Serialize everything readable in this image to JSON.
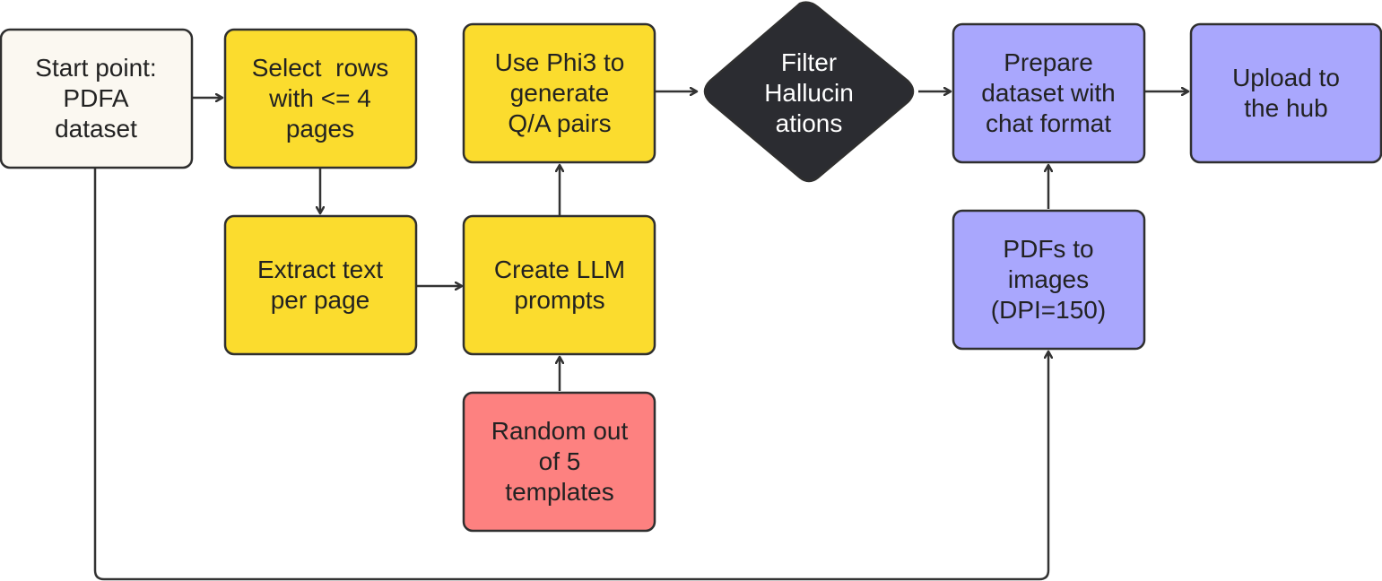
{
  "colors": {
    "start": "#fbf8f1",
    "yellow": "#fbdc2e",
    "red": "#fd8180",
    "purple": "#a9a7fd",
    "decision": "#2b2c31",
    "edge": "#333333"
  },
  "nodes": {
    "start": {
      "lines": [
        "Start point:",
        "PDFA",
        "dataset"
      ]
    },
    "select_rows": {
      "lines": [
        "Select  rows",
        "with <= 4",
        "pages"
      ]
    },
    "use_phi3": {
      "lines": [
        "Use Phi3 to",
        "generate",
        "Q/A pairs"
      ]
    },
    "filter": {
      "lines": [
        "Filter",
        "Hallucin",
        "ations"
      ]
    },
    "prepare": {
      "lines": [
        "Prepare",
        "dataset with",
        "chat format"
      ]
    },
    "upload": {
      "lines": [
        "Upload to",
        "the hub"
      ]
    },
    "extract": {
      "lines": [
        "Extract text",
        "per page"
      ]
    },
    "create_prompts": {
      "lines": [
        "Create LLM",
        "prompts"
      ]
    },
    "pdfs_images": {
      "lines": [
        "PDFs to",
        "images",
        "(DPI=150)"
      ]
    },
    "random_templates": {
      "lines": [
        "Random out",
        "of 5",
        "templates"
      ]
    }
  }
}
